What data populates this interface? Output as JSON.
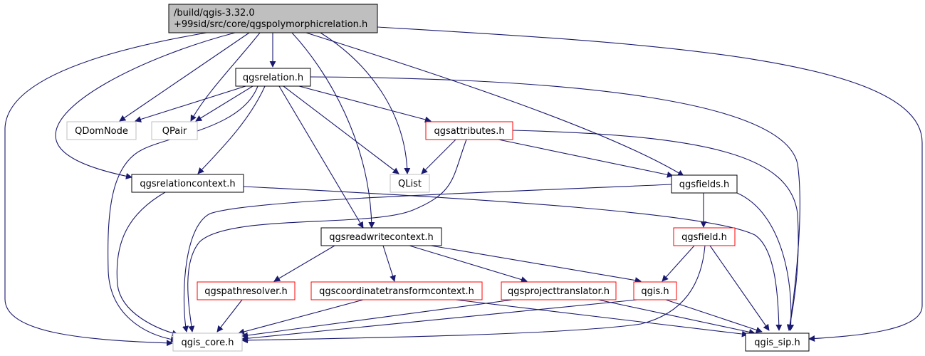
{
  "graph": {
    "title_node": {
      "line1": "/build/qgis-3.32.0",
      "line2": "+99sid/src/core/qgspolymorphicrelation.h"
    },
    "nodes": {
      "qgsrelation": "qgsrelation.h",
      "qdomnode": "QDomNode",
      "qpair": "QPair",
      "qgsattributes": "qgsattributes.h",
      "qgsrelationcontext": "qgsrelationcontext.h",
      "qlist": "QList",
      "qgsfields": "qgsfields.h",
      "qgsreadwritecontext": "qgsreadwritecontext.h",
      "qgsfield": "qgsfield.h",
      "qgspathresolver": "qgspathresolver.h",
      "qgscoordinatetransformcontext": "qgscoordinatetransformcontext.h",
      "qgsprojecttranslator": "qgsprojecttranslator.h",
      "qgis": "qgis.h",
      "qgis_core": "qgis_core.h",
      "qgis_sip": "qgis_sip.h"
    }
  },
  "colors": {
    "edge": "#191970",
    "root_fill": "#bfbfbf",
    "documented_border": "#000000",
    "truncated_border": "#ff0000",
    "external_border": "#bfbfbf"
  }
}
